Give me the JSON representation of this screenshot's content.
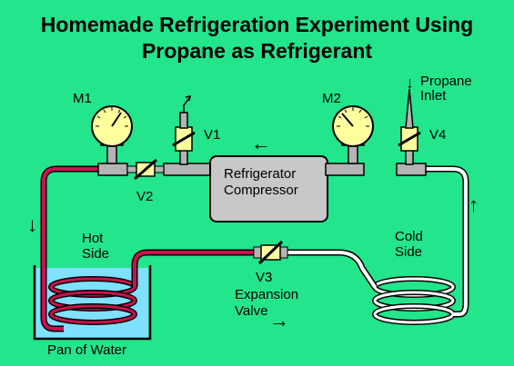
{
  "title": {
    "line1": "Homemade Refrigeration Experiment Using",
    "line2": "Propane as Refrigerant"
  },
  "labels": {
    "m1": "M1",
    "m2": "M2",
    "v1": "V1",
    "v2": "V2",
    "v3": "V3",
    "v4": "V4",
    "compressor_line1": "Refrigerator",
    "compressor_line2": "Compressor",
    "propane_line1": "Propane",
    "propane_line2": "Inlet",
    "hot_line1": "Hot",
    "hot_line2": "Side",
    "cold_line1": "Cold",
    "cold_line2": "Side",
    "expansion_line1": "Expansion",
    "expansion_line2": "Valve",
    "pan": "Pan of Water"
  },
  "arrows": {
    "left": "←",
    "right": "→",
    "down": "↓",
    "up": "↑"
  },
  "colors": {
    "background": "#22e58c",
    "hot_pipe": "#c8124e",
    "cold_pipe": "#ffffff",
    "compressor": "#c8c8c8",
    "gauge_face": "#ffff9e",
    "valve_body": "#ffff9e",
    "water": "#7fe0ff"
  }
}
